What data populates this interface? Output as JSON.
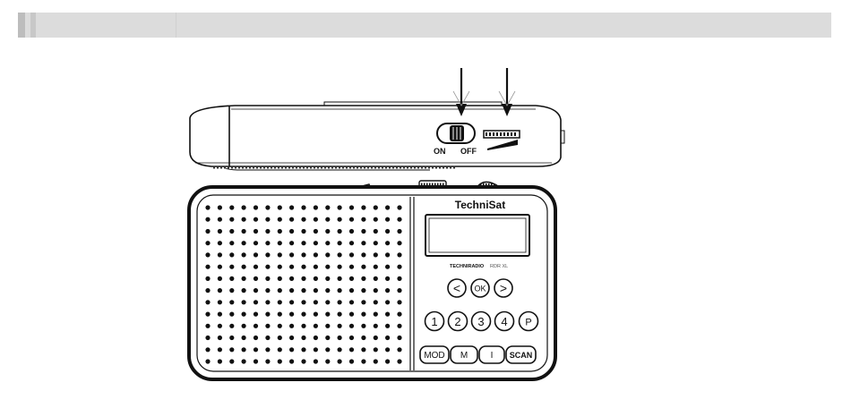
{
  "switch": {
    "on_label": "ON",
    "off_label": "OFF"
  },
  "radio": {
    "brand": "TechniSat",
    "model_brand": "TECHNIRADIO",
    "model_name": "RDR XL"
  },
  "keys": {
    "nav": [
      "<",
      "OK",
      ">"
    ],
    "presets": [
      "1",
      "2",
      "3",
      "4",
      "P"
    ],
    "bottom": [
      "MOD",
      "M",
      "I",
      "SCAN"
    ]
  }
}
